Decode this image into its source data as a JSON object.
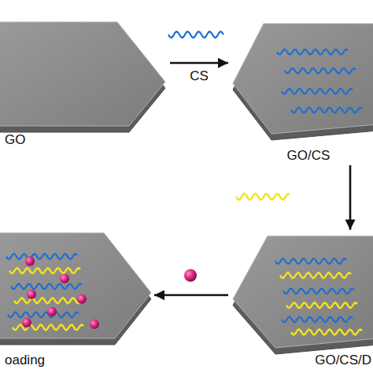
{
  "diagram": {
    "nodes": [
      {
        "text": [
          "GO"
        ]
      },
      {
        "text": [
          "GO/CS"
        ]
      },
      {
        "text": [
          "GO/CS/D"
        ]
      },
      {
        "text": [
          "oading"
        ]
      }
    ],
    "edges": [
      {
        "from": 0,
        "to": 1,
        "arrow": "to",
        "label": "CS"
      },
      {
        "from": 1,
        "to": 2,
        "arrow": "to"
      },
      {
        "from": 2,
        "to": 3,
        "arrow": "to"
      }
    ]
  }
}
